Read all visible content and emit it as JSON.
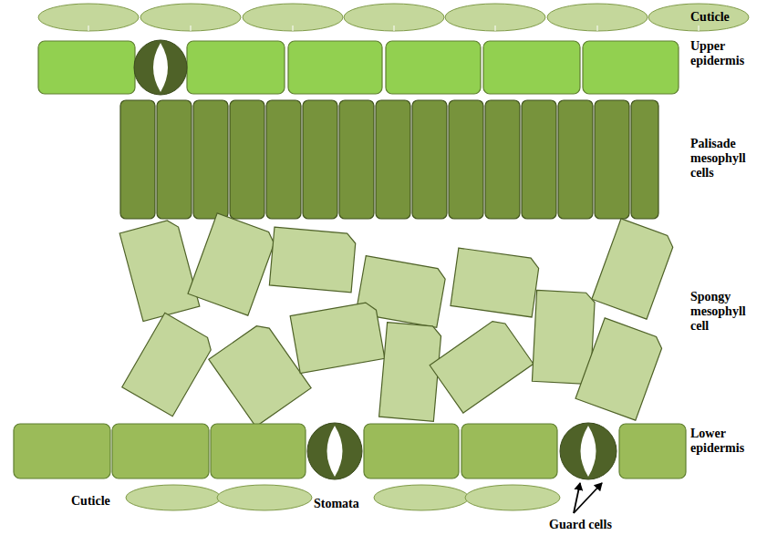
{
  "diagram": {
    "labels": [
      "Cuticle",
      "Upper epidermis",
      "Palisade mesophyll cells",
      "Spongy mesophyll cell",
      "Lower epidermis",
      "Cuticle",
      "Stomata",
      "Guard cells"
    ]
  }
}
